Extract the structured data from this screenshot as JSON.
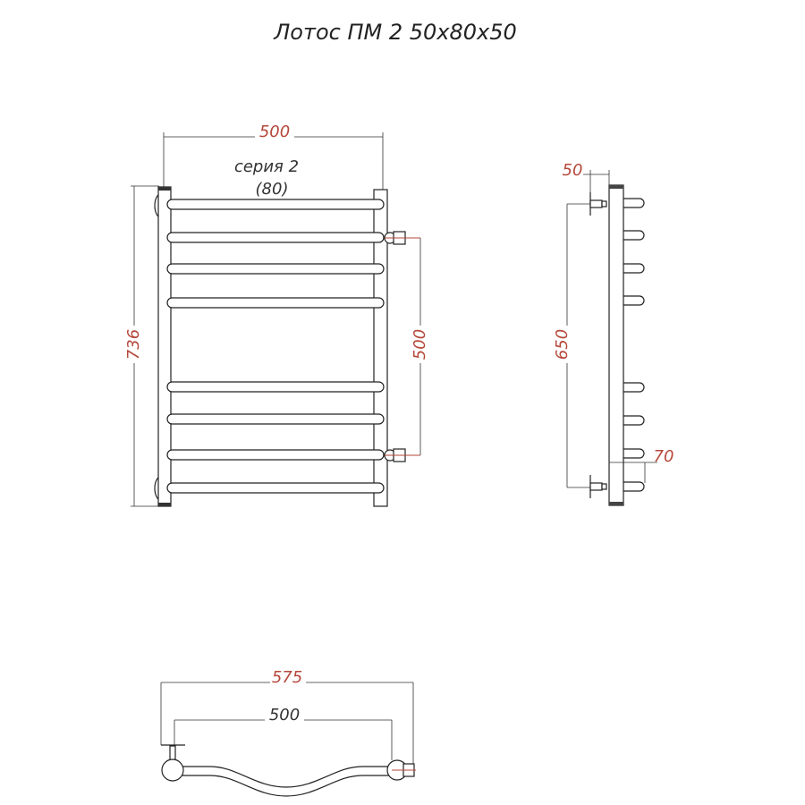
{
  "title": "Лотос ПМ 2 50x80x50",
  "front_view": {
    "width_dim": "500",
    "height_dim": "736",
    "connection_dim": "500",
    "series_label": "серия 2",
    "series_value": "(80)"
  },
  "side_view": {
    "wall_offset_dim": "50",
    "mount_spacing_dim": "650",
    "depth_dim": "70"
  },
  "top_view": {
    "overall_dim": "575",
    "center_dim": "500"
  },
  "colors": {
    "dimension": "#b5473a",
    "line": "#222222"
  }
}
